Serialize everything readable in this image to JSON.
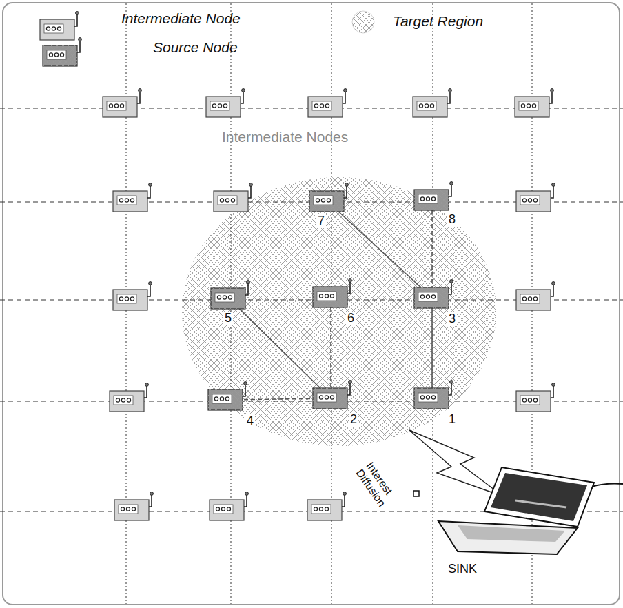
{
  "diagram": {
    "nodes": [
      {
        "text": [
          "7"
        ]
      },
      {
        "text": [
          "8"
        ]
      },
      {
        "text": [
          "5"
        ]
      },
      {
        "text": [
          "6"
        ]
      },
      {
        "text": [
          "3"
        ]
      },
      {
        "text": [
          "4"
        ]
      },
      {
        "text": [
          "2"
        ]
      },
      {
        "text": [
          "1"
        ]
      },
      {
        "text": [
          "SINK"
        ]
      }
    ],
    "edges": [
      {
        "from": 0,
        "to": 4,
        "arrow": "none"
      },
      {
        "from": 1,
        "to": 4,
        "arrow": "none"
      },
      {
        "from": 4,
        "to": 7,
        "arrow": "none"
      },
      {
        "from": 2,
        "to": 6,
        "arrow": "none"
      },
      {
        "from": 3,
        "to": 6,
        "arrow": "none"
      },
      {
        "from": 5,
        "to": 6,
        "arrow": "none"
      }
    ],
    "labels": [
      "Intermediate Nodes",
      "Interest Diffusion"
    ],
    "legend": [
      {
        "text": "Intermediate Node"
      },
      {
        "text": "Source Node"
      },
      {
        "text": "Target Region"
      }
    ]
  }
}
